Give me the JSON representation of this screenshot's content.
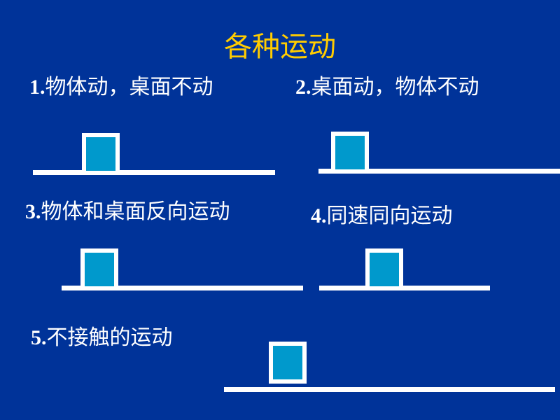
{
  "title": "各种运动",
  "items": [
    {
      "num": "1.",
      "text": "物体动，桌面不动"
    },
    {
      "num": "2.",
      "text": "桌面动，物体不动"
    },
    {
      "num": "3.",
      "text": "物体和桌面反向运动"
    },
    {
      "num": "4.",
      "text": "同速同向运动"
    },
    {
      "num": "5.",
      "text": "不接触的运动"
    }
  ],
  "colors": {
    "background": "#003399",
    "title": "#ffcc00",
    "block": "#0099cc",
    "surface": "#ffffff"
  }
}
